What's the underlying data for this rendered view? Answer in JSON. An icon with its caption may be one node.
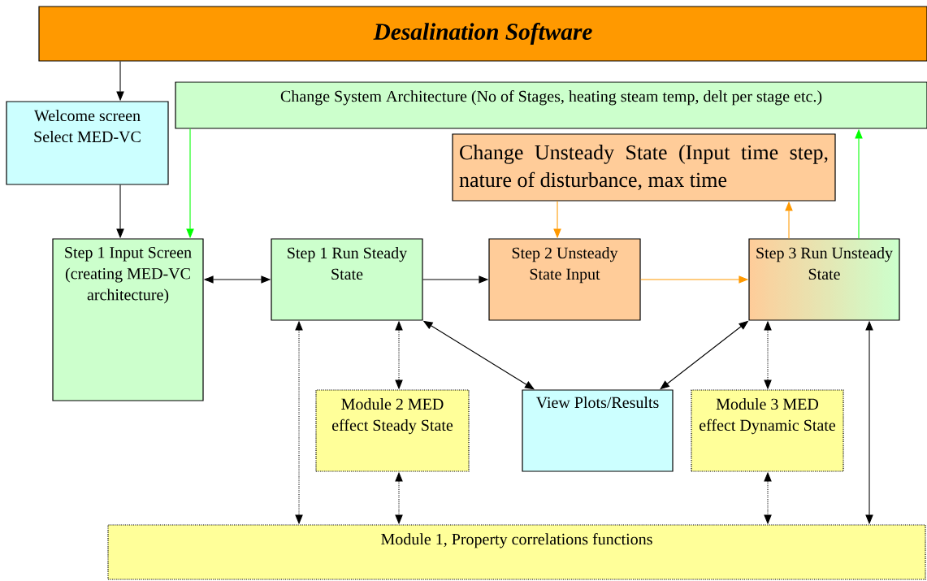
{
  "diagram": {
    "nodes": [
      {
        "text": [
          "Desalination Software"
        ]
      },
      {
        "text": [
          "Welcome screen Select MED-VC"
        ]
      },
      {
        "text": [
          "Change System Architecture (No of Stages, heating steam temp, delt per stage etc.)"
        ]
      },
      {
        "text": [
          "Change Unsteady State (Input time step, nature of disturbance, max time"
        ]
      },
      {
        "text": [
          "Step 1 Input Screen (creating MED-VC architecture)"
        ]
      },
      {
        "text": [
          "Step 1 Run Steady State"
        ]
      },
      {
        "text": [
          "Step 2 Unsteady State Input"
        ]
      },
      {
        "text": [
          "Step 3 Run Unsteady State"
        ]
      },
      {
        "text": [
          "Module 2 MED effect Steady State"
        ]
      },
      {
        "text": [
          "View Plots/Results"
        ]
      },
      {
        "text": [
          "Module 3 MED effect Dynamic State"
        ]
      },
      {
        "text": [
          "Module 1, Property correlations functions"
        ]
      }
    ],
    "edges": [
      {
        "from": 0,
        "to": 1,
        "arrow": "to"
      },
      {
        "from": 1,
        "to": 4,
        "arrow": "to"
      },
      {
        "from": 2,
        "to": 4,
        "arrow": "to",
        "color": "#00ff00"
      },
      {
        "from": 4,
        "to": 5,
        "arrow": "both"
      },
      {
        "from": 5,
        "to": 6,
        "arrow": "to"
      },
      {
        "from": 3,
        "to": 6,
        "arrow": "to",
        "color": "#ff9900"
      },
      {
        "from": 6,
        "to": 7,
        "arrow": "to",
        "color": "#ff9900"
      },
      {
        "from": 7,
        "to": 3,
        "arrow": "to",
        "color": "#ff9900"
      },
      {
        "from": 7,
        "to": 2,
        "arrow": "to",
        "color": "#00ff00"
      },
      {
        "from": 5,
        "to": 9,
        "arrow": "both"
      },
      {
        "from": 7,
        "to": 9,
        "arrow": "both"
      },
      {
        "from": 5,
        "to": 11,
        "arrow": "both",
        "style": "dashed"
      },
      {
        "from": 5,
        "to": 8,
        "arrow": "both",
        "style": "dashed"
      },
      {
        "from": 8,
        "to": 11,
        "arrow": "both",
        "style": "dashed"
      },
      {
        "from": 7,
        "to": 10,
        "arrow": "both",
        "style": "dashed"
      },
      {
        "from": 10,
        "to": 11,
        "arrow": "both",
        "style": "dashed"
      },
      {
        "from": 7,
        "to": 11,
        "arrow": "both"
      }
    ]
  }
}
